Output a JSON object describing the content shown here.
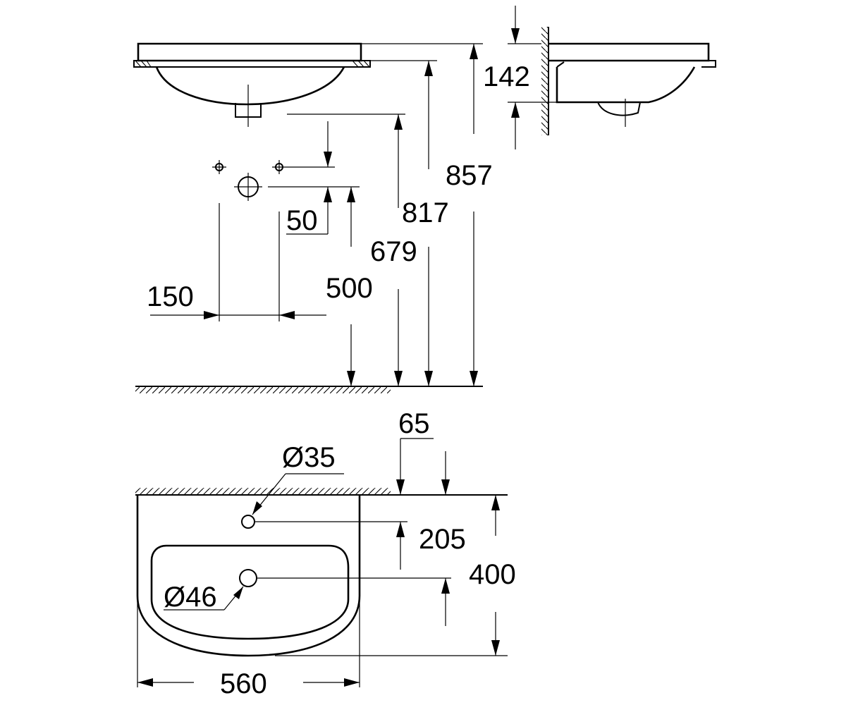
{
  "dimensions": {
    "d142": "142",
    "d857": "857",
    "d817": "817",
    "d679": "679",
    "d50": "50",
    "d500": "500",
    "d150": "150",
    "d65": "65",
    "d35": "Ø35",
    "d205": "205",
    "d400": "400",
    "d46": "Ø46",
    "d560": "560"
  }
}
